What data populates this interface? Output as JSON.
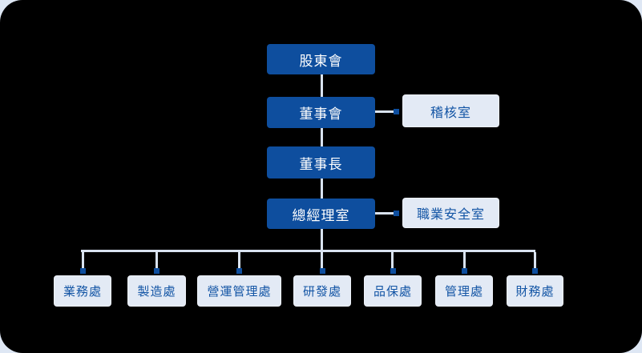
{
  "colors": {
    "page_bg": "#DEE7F4",
    "canvas_bg": "#000000",
    "primary": "#0E4E9E",
    "primary_text": "#FFFFFF",
    "secondary": "#E3EAF5",
    "secondary_text": "#1355A5",
    "line": "#D9E3F0"
  },
  "chart": {
    "type": "org-chart",
    "nodes": {
      "shareholders": "股東會",
      "board": "董事會",
      "audit": "稽核室",
      "chairman": "董事長",
      "gm_office": "總經理室",
      "safety": "職業安全室"
    },
    "departments": [
      "業務處",
      "製造處",
      "營運管理處",
      "研發處",
      "品保處",
      "管理處",
      "財務處"
    ]
  }
}
